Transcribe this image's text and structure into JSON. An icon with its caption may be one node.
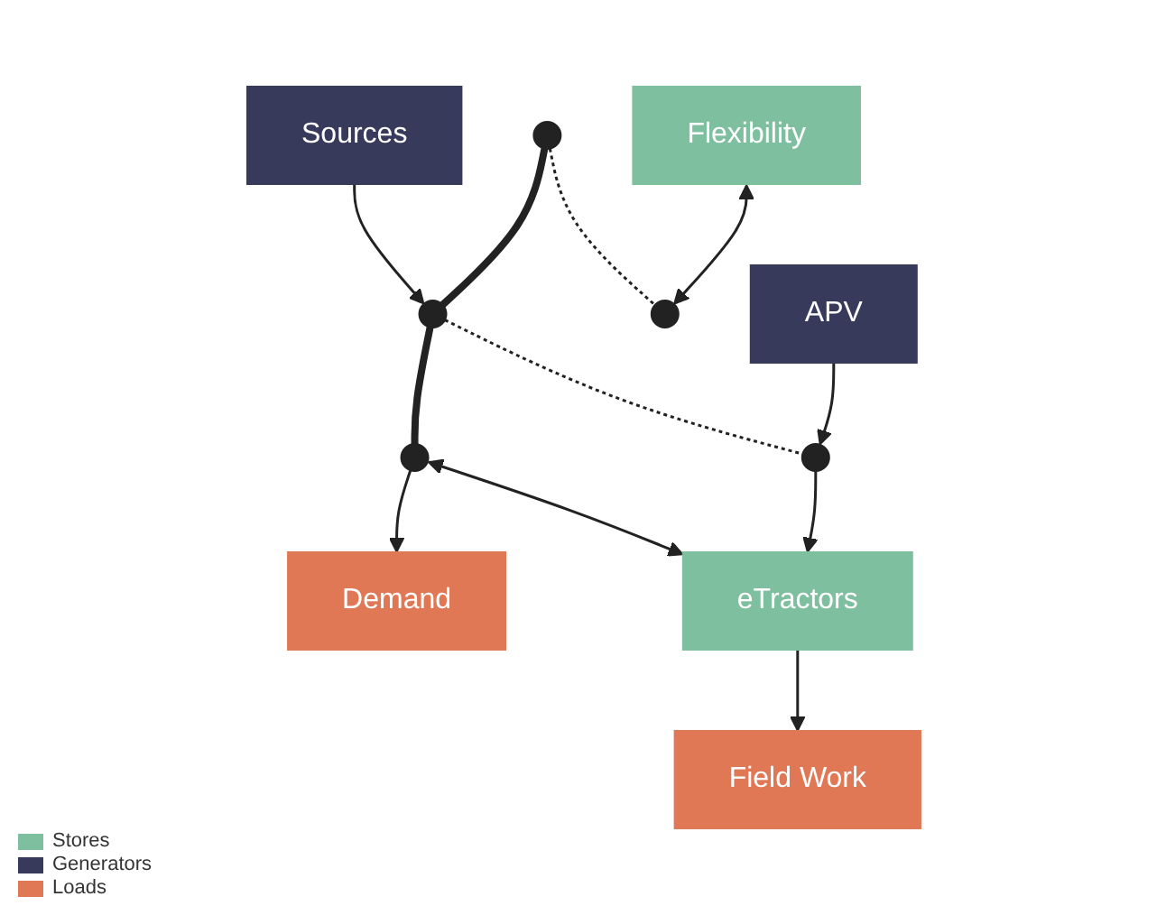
{
  "diagram": {
    "nodes": [
      {
        "text": [
          "Sources"
        ]
      },
      {
        "text": [
          "Demand"
        ]
      },
      {
        "text": [],
        "shape": "circle"
      },
      {
        "text": [],
        "shape": "circle"
      },
      {
        "text": [],
        "shape": "circle"
      },
      {
        "text": [],
        "shape": "circle"
      },
      {
        "text": [],
        "shape": "circle"
      },
      {
        "text": [
          "Flexibility"
        ]
      },
      {
        "text": [
          "APV"
        ]
      },
      {
        "text": [
          "eTractors"
        ]
      },
      {
        "text": [
          "Field Work"
        ]
      }
    ],
    "edges": [
      {
        "from": 0,
        "to": 3,
        "arrow": "to"
      },
      {
        "from": 4,
        "to": 1,
        "arrow": "to"
      },
      {
        "from": 2,
        "to": 3,
        "arrow": "none",
        "style": "thick"
      },
      {
        "from": 3,
        "to": 4,
        "arrow": "none",
        "style": "thick"
      },
      {
        "from": 2,
        "to": 5,
        "arrow": "none",
        "style": "dashed"
      },
      {
        "from": 3,
        "to": 6,
        "arrow": "none",
        "style": "dashed"
      },
      {
        "from": 4,
        "to": 9,
        "arrow": "both"
      },
      {
        "from": 7,
        "to": 5,
        "arrow": "both"
      },
      {
        "from": 8,
        "to": 6,
        "arrow": "to"
      },
      {
        "from": 6,
        "to": 9,
        "arrow": "to"
      },
      {
        "from": 9,
        "to": 10,
        "arrow": "to"
      }
    ],
    "legend": [
      {
        "text": "Stores",
        "color": "#7dbf9e"
      },
      {
        "text": "Generators",
        "color": "#383a5c"
      },
      {
        "text": "Loads",
        "color": "#e07856"
      }
    ]
  }
}
